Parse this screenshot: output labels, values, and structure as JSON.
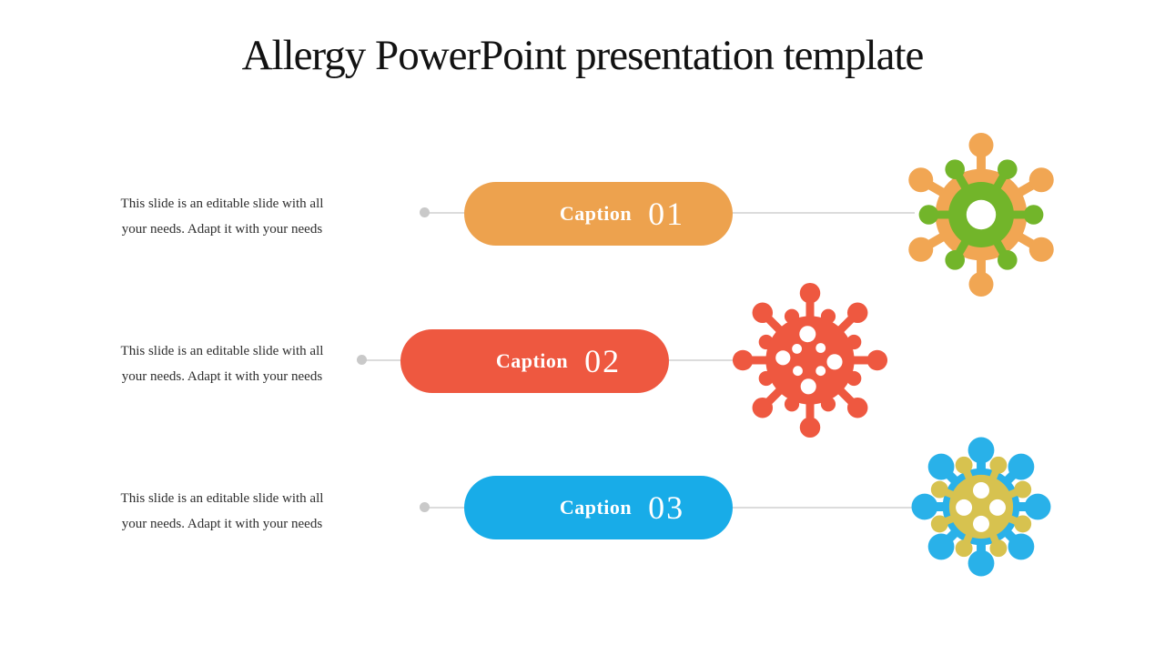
{
  "slide": {
    "title": "Allergy PowerPoint presentation template"
  },
  "connector": {
    "dot_color": "#c9c9c9",
    "line_color": "#dcdcdc"
  },
  "rows": [
    {
      "description_line1": "This slide is an editable slide with all",
      "description_line2": "your needs. Adapt it with your needs",
      "caption_label": "Caption",
      "caption_number": "01",
      "pill_color": "#eda24e",
      "icon_name": "allergen-virus-orange-green",
      "icon_colors": {
        "primary": "#f1a653",
        "secondary": "#72b52a"
      }
    },
    {
      "description_line1": "This slide is an editable slide with all",
      "description_line2": "your needs. Adapt it with your needs",
      "caption_label": "Caption",
      "caption_number": "02",
      "pill_color": "#ee5840",
      "icon_name": "allergen-virus-red",
      "icon_colors": {
        "primary": "#ee5840"
      }
    },
    {
      "description_line1": "This slide is an editable slide with all",
      "description_line2": "your needs. Adapt it with your needs",
      "caption_label": "Caption",
      "caption_number": "03",
      "pill_color": "#18ace8",
      "icon_name": "allergen-virus-blue-yellow",
      "icon_colors": {
        "primary": "#29b1e9",
        "secondary": "#d7c24f"
      }
    }
  ]
}
